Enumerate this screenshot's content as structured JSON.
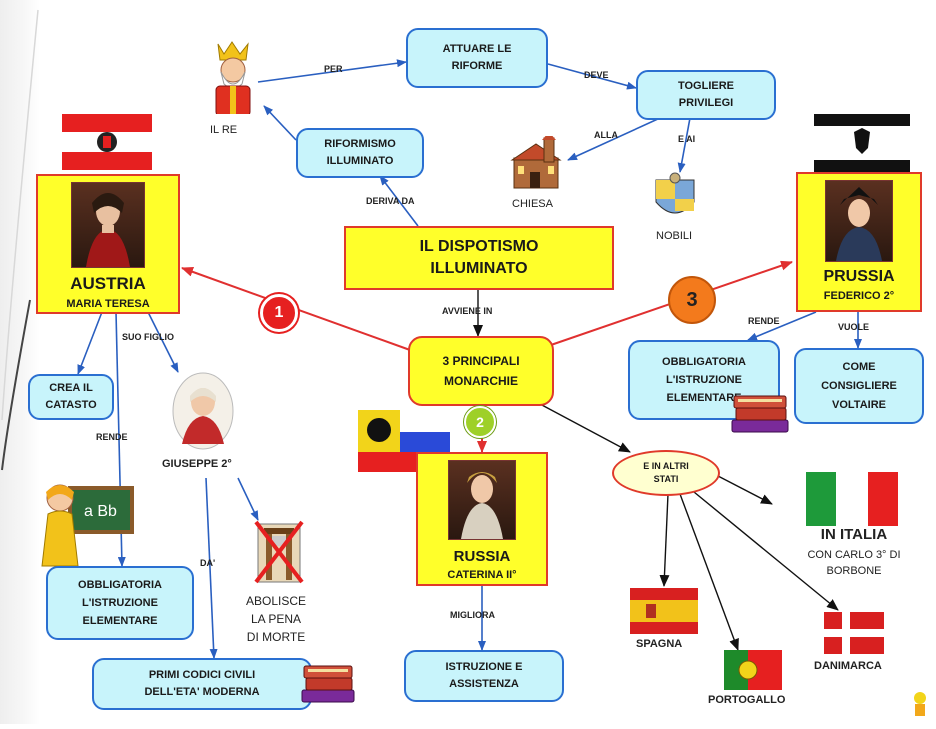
{
  "title": {
    "line1": "IL     DISPOTISMO",
    "line2": "ILLUMINATO"
  },
  "top": {
    "attuare": {
      "line1": "ATTUARE    LE",
      "line2": "RIFORME"
    },
    "togliere": {
      "line1": "TOGLIERE",
      "line2": "PRIVILEGI"
    },
    "riformismo": {
      "line1": "RIFORMISMO",
      "line2": "ILLUMINATO"
    },
    "il_re": "IL    RE",
    "chiesa": "CHIESA",
    "nobili": "NOBILI"
  },
  "edge_labels": {
    "per": "PER",
    "deve": "DEVE",
    "alla": "ALLA",
    "e_ai": "E  AI",
    "deriva_da": "DERIVA     DA",
    "avviene_in": "AVVIENE    IN",
    "suo_figlio": "SUO     FIGLIO",
    "rende_austria": "RENDE",
    "da": "DA'",
    "migliora": "MIGLIORA",
    "rende_prussia": "RENDE",
    "vuole": "VUOLE"
  },
  "center": {
    "line1": "3    PRINCIPALI",
    "line2": "MONARCHIE"
  },
  "numbers": {
    "one": "1",
    "two": "2",
    "three": "3"
  },
  "austria": {
    "name": "AUSTRIA",
    "ruler": "MARIA     TERESA",
    "catasto": {
      "line1": "CREA    IL",
      "line2": "CATASTO"
    },
    "obbligatoria": {
      "line1": "OBBLIGATORIA",
      "line2": "L'ISTRUZIONE",
      "line3": "ELEMENTARE"
    },
    "giuseppe": "GIUSEPPE     2°",
    "codici": {
      "line1": "PRIMI    CODICI    CIVILI",
      "line2": "DELL'ETA'    MODERNA"
    },
    "abolisce": {
      "line1": "ABOLISCE",
      "line2": "LA   PENA",
      "line3": "DI  MORTE"
    },
    "blackboard": "a Bb"
  },
  "russia": {
    "name": "RUSSIA",
    "ruler": "CATERINA    II°",
    "istruzione": {
      "line1": "ISTRUZIONE     E",
      "line2": "ASSISTENZA"
    }
  },
  "prussia": {
    "name": "PRUSSIA",
    "ruler": "FEDERICO     2°",
    "obbligatoria": {
      "line1": "OBBLIGATORIA",
      "line2": "L'ISTRUZIONE",
      "line3": "ELEMENTARE"
    },
    "voltaire": {
      "line1": "COME",
      "line2": "CONSIGLIERE",
      "line3": "VOLTAIRE"
    }
  },
  "altri": {
    "ellipse": {
      "line1": "E   IN   ALTRI",
      "line2": "STATI"
    },
    "italia": {
      "line1": "IN    ITALIA",
      "line2": "CON    CARLO    3°  DI",
      "line3": "BORBONE"
    },
    "spagna": "SPAGNA",
    "portogallo": "PORTOGALLO",
    "danimarca": "DANIMARCA"
  },
  "colors": {
    "box_fill": "#c8f4fb",
    "box_border": "#2a6fd1",
    "monarchy_fill": "#ffff2a",
    "monarchy_border": "#e03a2a",
    "arrow_blue": "#2a5fc0",
    "arrow_red": "#e03030",
    "arrow_black": "#111111"
  }
}
